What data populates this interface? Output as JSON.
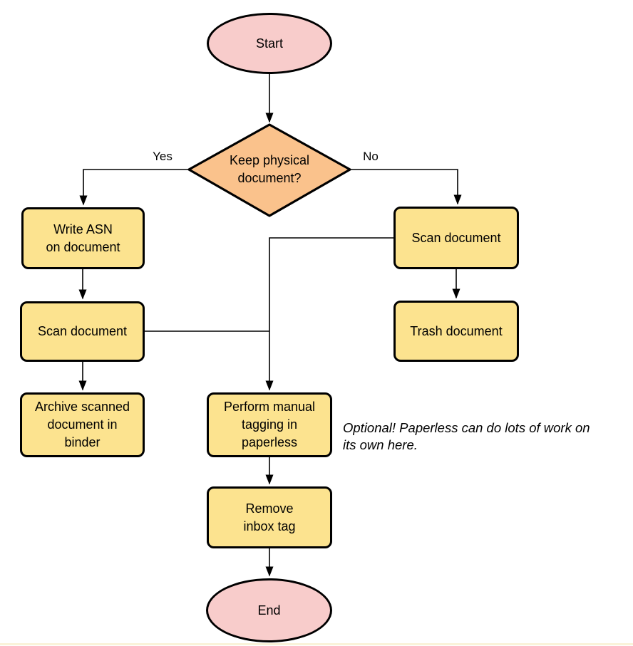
{
  "diagram": {
    "nodes": {
      "start": {
        "type": "terminator",
        "label": "Start"
      },
      "decision": {
        "type": "decision",
        "label": "Keep physical\ndocument?"
      },
      "write_asn": {
        "type": "process",
        "label": "Write ASN\non document"
      },
      "scan_left": {
        "type": "process",
        "label": "Scan document"
      },
      "archive": {
        "type": "process",
        "label": "Archive scanned\ndocument in\nbinder"
      },
      "scan_right": {
        "type": "process",
        "label": "Scan document"
      },
      "trash": {
        "type": "process",
        "label": "Trash document"
      },
      "tagging": {
        "type": "process",
        "label": "Perform manual\ntagging in\npaperless"
      },
      "remove_inbox": {
        "type": "process",
        "label": "Remove\ninbox tag"
      },
      "end": {
        "type": "terminator",
        "label": "End"
      }
    },
    "edge_labels": {
      "yes": "Yes",
      "no": "No"
    },
    "note": "Optional! Paperless can do lots of work on\nits own here.",
    "colors": {
      "terminator_fill": "#F8CCCB",
      "decision_fill": "#FAC28C",
      "process_fill": "#FCE38F",
      "stroke": "#000000"
    }
  }
}
